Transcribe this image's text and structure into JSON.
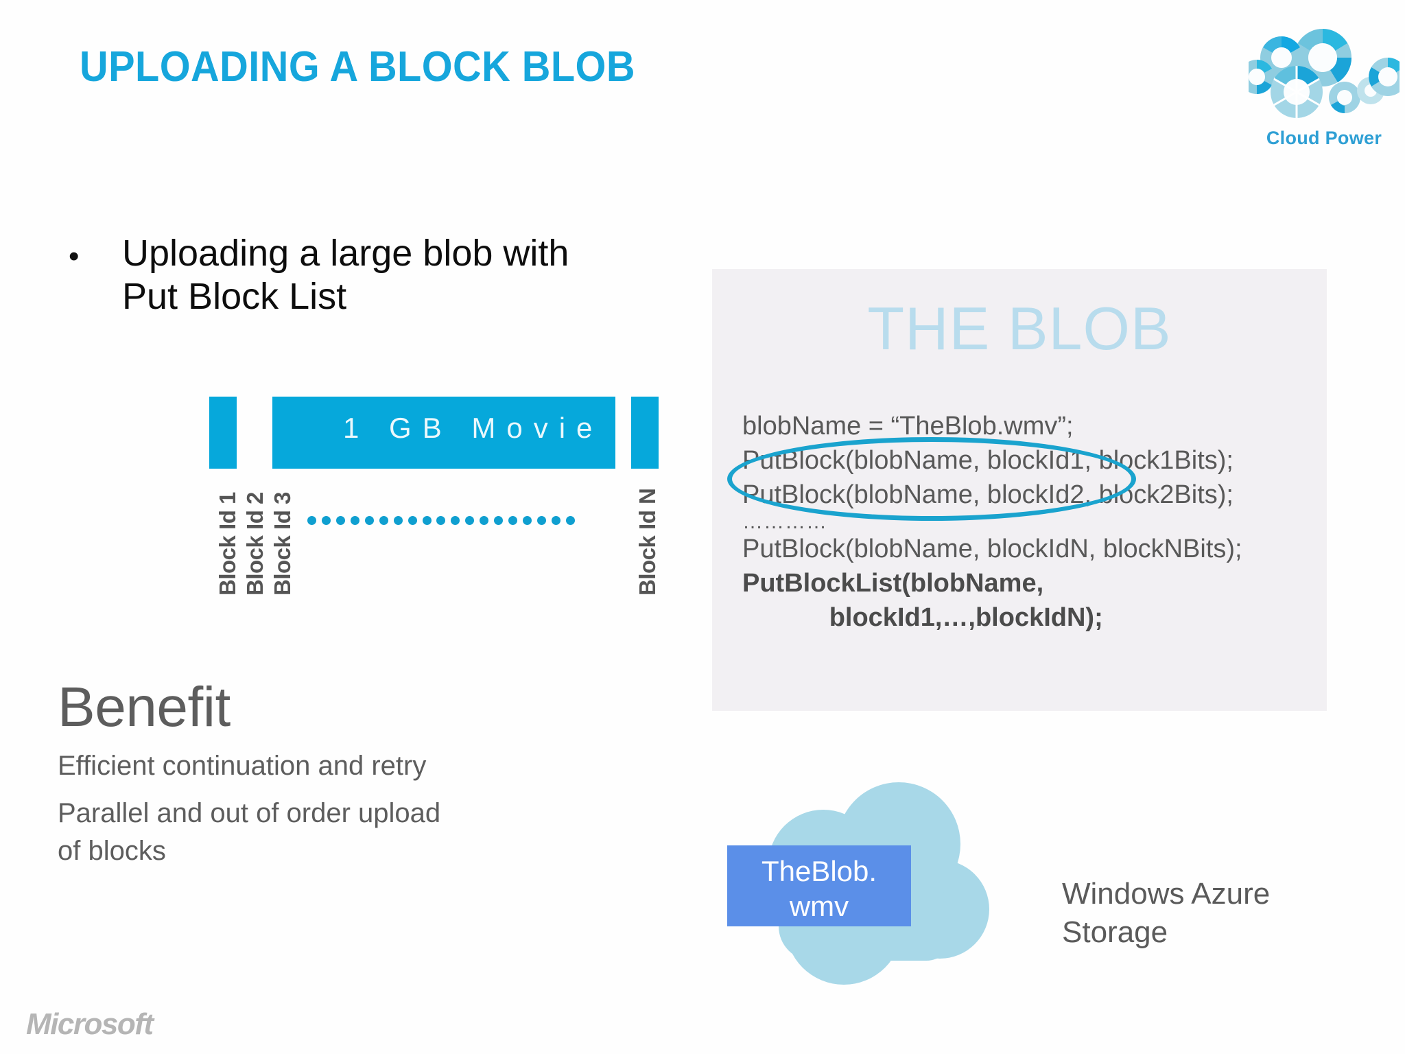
{
  "slide": {
    "title": "UPLOADING A BLOCK BLOB",
    "accent_color": "#16a6dc",
    "panel_bg": "#f2f0f3",
    "block_color": "#06a8db"
  },
  "logo": {
    "name": "cloud-power-logo",
    "wordmark": "Cloud Power",
    "color": "#2e9fd4"
  },
  "bullet": {
    "marker": "•",
    "line1": "Uploading a large blob with",
    "line2": "Put Block List"
  },
  "diagram": {
    "bar_overlay_text": "1 GB Movie",
    "labels": {
      "block1": "Block Id 1",
      "block2": "Block Id 2",
      "block3": "Block Id 3",
      "blockN": "Block Id N"
    },
    "dot_count": 19,
    "dot_color": "#0f9fd0"
  },
  "benefit": {
    "heading": "Benefit",
    "line1": "Efficient continuation and retry",
    "line2": "Parallel and out of order upload",
    "line3": "of blocks"
  },
  "code_panel": {
    "watermark": "THE BLOB",
    "watermark_color": "#b8dced",
    "lines": [
      {
        "text": "blobName = “TheBlob.wmv”;",
        "bold": false
      },
      {
        "text": "PutBlock(blobName, blockId1, block1Bits);",
        "bold": false
      },
      {
        "text": "PutBlock(blobName, blockId2, block2Bits);",
        "bold": false
      },
      {
        "text": "…………",
        "bold": false,
        "dots": true
      },
      {
        "text": "PutBlock(blobName, blockIdN, blockNBits);",
        "bold": false
      },
      {
        "text": "PutBlockList(blobName,",
        "bold": true
      },
      {
        "text": "            blockId1,…,blockIdN);",
        "bold": true
      }
    ],
    "highlight_color": "#1aa3ce"
  },
  "cloud": {
    "file_badge_line1": "TheBlob.",
    "file_badge_line2": "wmv",
    "badge_color": "#5b8fe8",
    "cloud_color": "#a8d8e8",
    "storage_label_line1": "Windows Azure",
    "storage_label_line2": "Storage"
  },
  "footer": {
    "microsoft": "Microsoft"
  }
}
